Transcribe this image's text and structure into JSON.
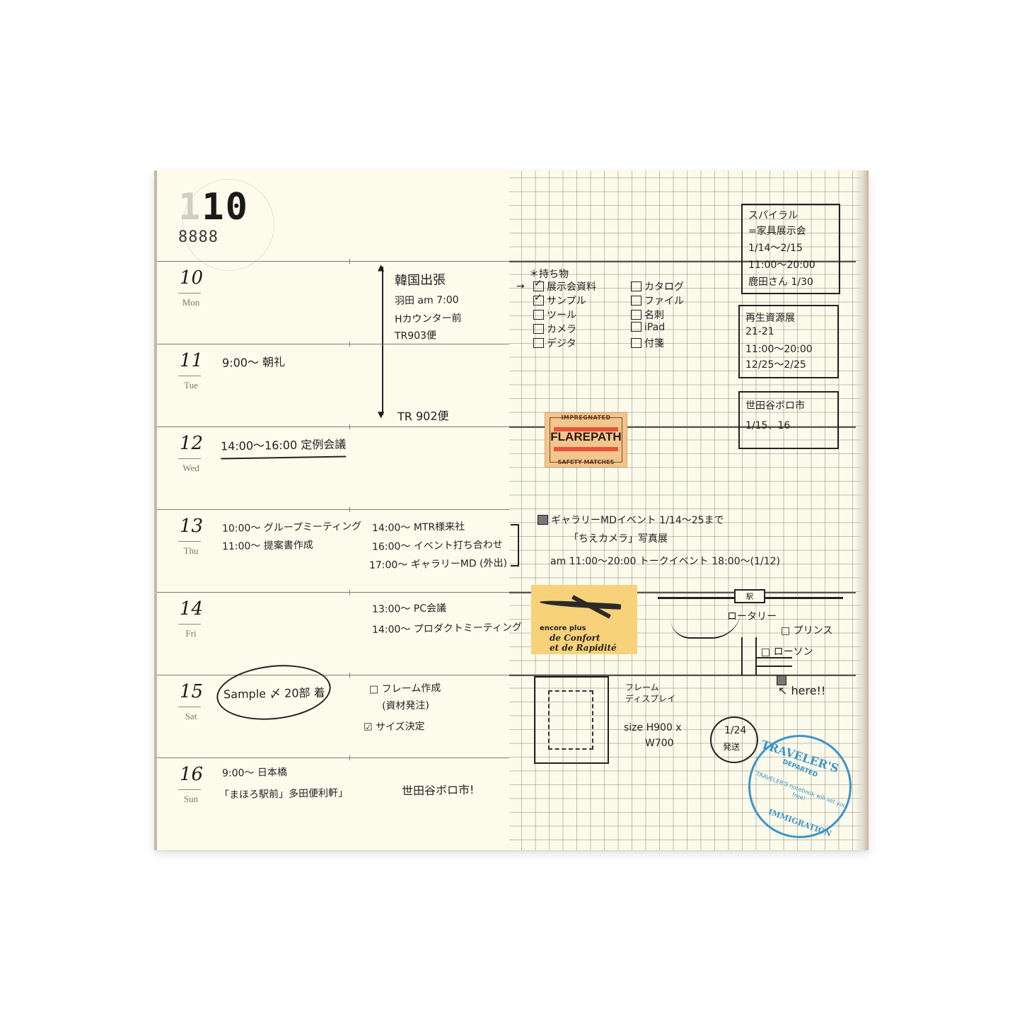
{
  "header": {
    "month_ghost": "1",
    "month": "10",
    "year": "8888"
  },
  "days": [
    {
      "num": "10",
      "name": "Mon",
      "notes_left": [],
      "notes_right": [
        "韓国出張",
        "羽田 am 7:00",
        "Hカウンター前",
        "TR903便"
      ]
    },
    {
      "num": "11",
      "name": "Tue",
      "notes_left": [
        "9:00〜 朝礼"
      ],
      "notes_right": [
        "TR 902便"
      ]
    },
    {
      "num": "12",
      "name": "Wed",
      "notes_left": [
        "14:00〜16:00 定例会議"
      ],
      "notes_right": []
    },
    {
      "num": "13",
      "name": "Thu",
      "notes_left": [
        "10:00〜 グループミーティング",
        "11:00〜 提案書作成"
      ],
      "notes_right": [
        "14:00〜 MTR様来社",
        "16:00〜 イベント打ち合わせ",
        "17:00〜 ギャラリーMD (外出)"
      ]
    },
    {
      "num": "14",
      "name": "Fri",
      "notes_left": [],
      "notes_right": [
        "13:00〜 PC会議",
        "14:00〜 プロダクトミーティング"
      ]
    },
    {
      "num": "15",
      "name": "Sat",
      "notes_left": [
        "Sample 〆 20部 着"
      ],
      "notes_right": [
        "□ フレーム作成",
        "(資材発注)",
        "☑ サイズ決定"
      ]
    },
    {
      "num": "16",
      "name": "Sun",
      "notes_left": [
        "9:00〜 日本橋",
        "「まほろ駅前」多田便利軒」"
      ],
      "notes_right": [
        "世田谷ボロ市!"
      ]
    }
  ],
  "right_page": {
    "checklist_title": "持ち物",
    "checklist_left": [
      {
        "label": "展示会資料",
        "checked": true
      },
      {
        "label": "サンプル",
        "checked": true
      },
      {
        "label": "ツール",
        "checked": false
      },
      {
        "label": "カメラ",
        "checked": false
      },
      {
        "label": "デジタ",
        "checked": false
      }
    ],
    "checklist_right": [
      {
        "label": "カタログ",
        "checked": false
      },
      {
        "label": "ファイル",
        "checked": false
      },
      {
        "label": "名刺",
        "checked": false
      },
      {
        "label": "iPad",
        "checked": false
      },
      {
        "label": "付箋",
        "checked": false
      }
    ],
    "box1": [
      "スパイラル",
      "=家具展示会",
      "1/14〜2/15",
      "11:00〜20:00",
      "鹿田さん 1/30"
    ],
    "box2": [
      "再生資源展",
      "21-21",
      "11:00〜20:00",
      "12/25〜2/25"
    ],
    "box3": [
      "世田谷ボロ市",
      "1/15、16"
    ],
    "matchbox": {
      "top": "IMPREGNATED",
      "name": "FLAREPATH",
      "bottom": "SAFETY MATCHES",
      "colors": {
        "bg": "#f4c58c",
        "band": "#e8533c"
      }
    },
    "gallery_note": [
      "ギャラリーMDイベント 1/14〜25まで",
      "「ちえカメラ」写真展",
      "am 11:00〜20:00   トークイベント 18:00〜(1/12)"
    ],
    "plane_label": {
      "line1": "encore plus",
      "line2": "de Confort",
      "line3": "et de Rapidité"
    },
    "map": {
      "station": "駅",
      "rotary": "ロータリー",
      "prince": "□ プリンス",
      "lawson": "□ ローソン",
      "here": "here!!"
    },
    "frame_note": [
      "フレーム",
      "ディスプレイ"
    ],
    "size_note": [
      "size H900 x",
      "W700"
    ],
    "bubble": [
      "1/24",
      "発送"
    ],
    "stamp": {
      "top": "TRAVELER'S",
      "mid": "DEPARTED",
      "body": "TRAVELER'S notebook will set you free!",
      "bottom": "IMMIGRATION",
      "color": "#3d94c8"
    }
  }
}
